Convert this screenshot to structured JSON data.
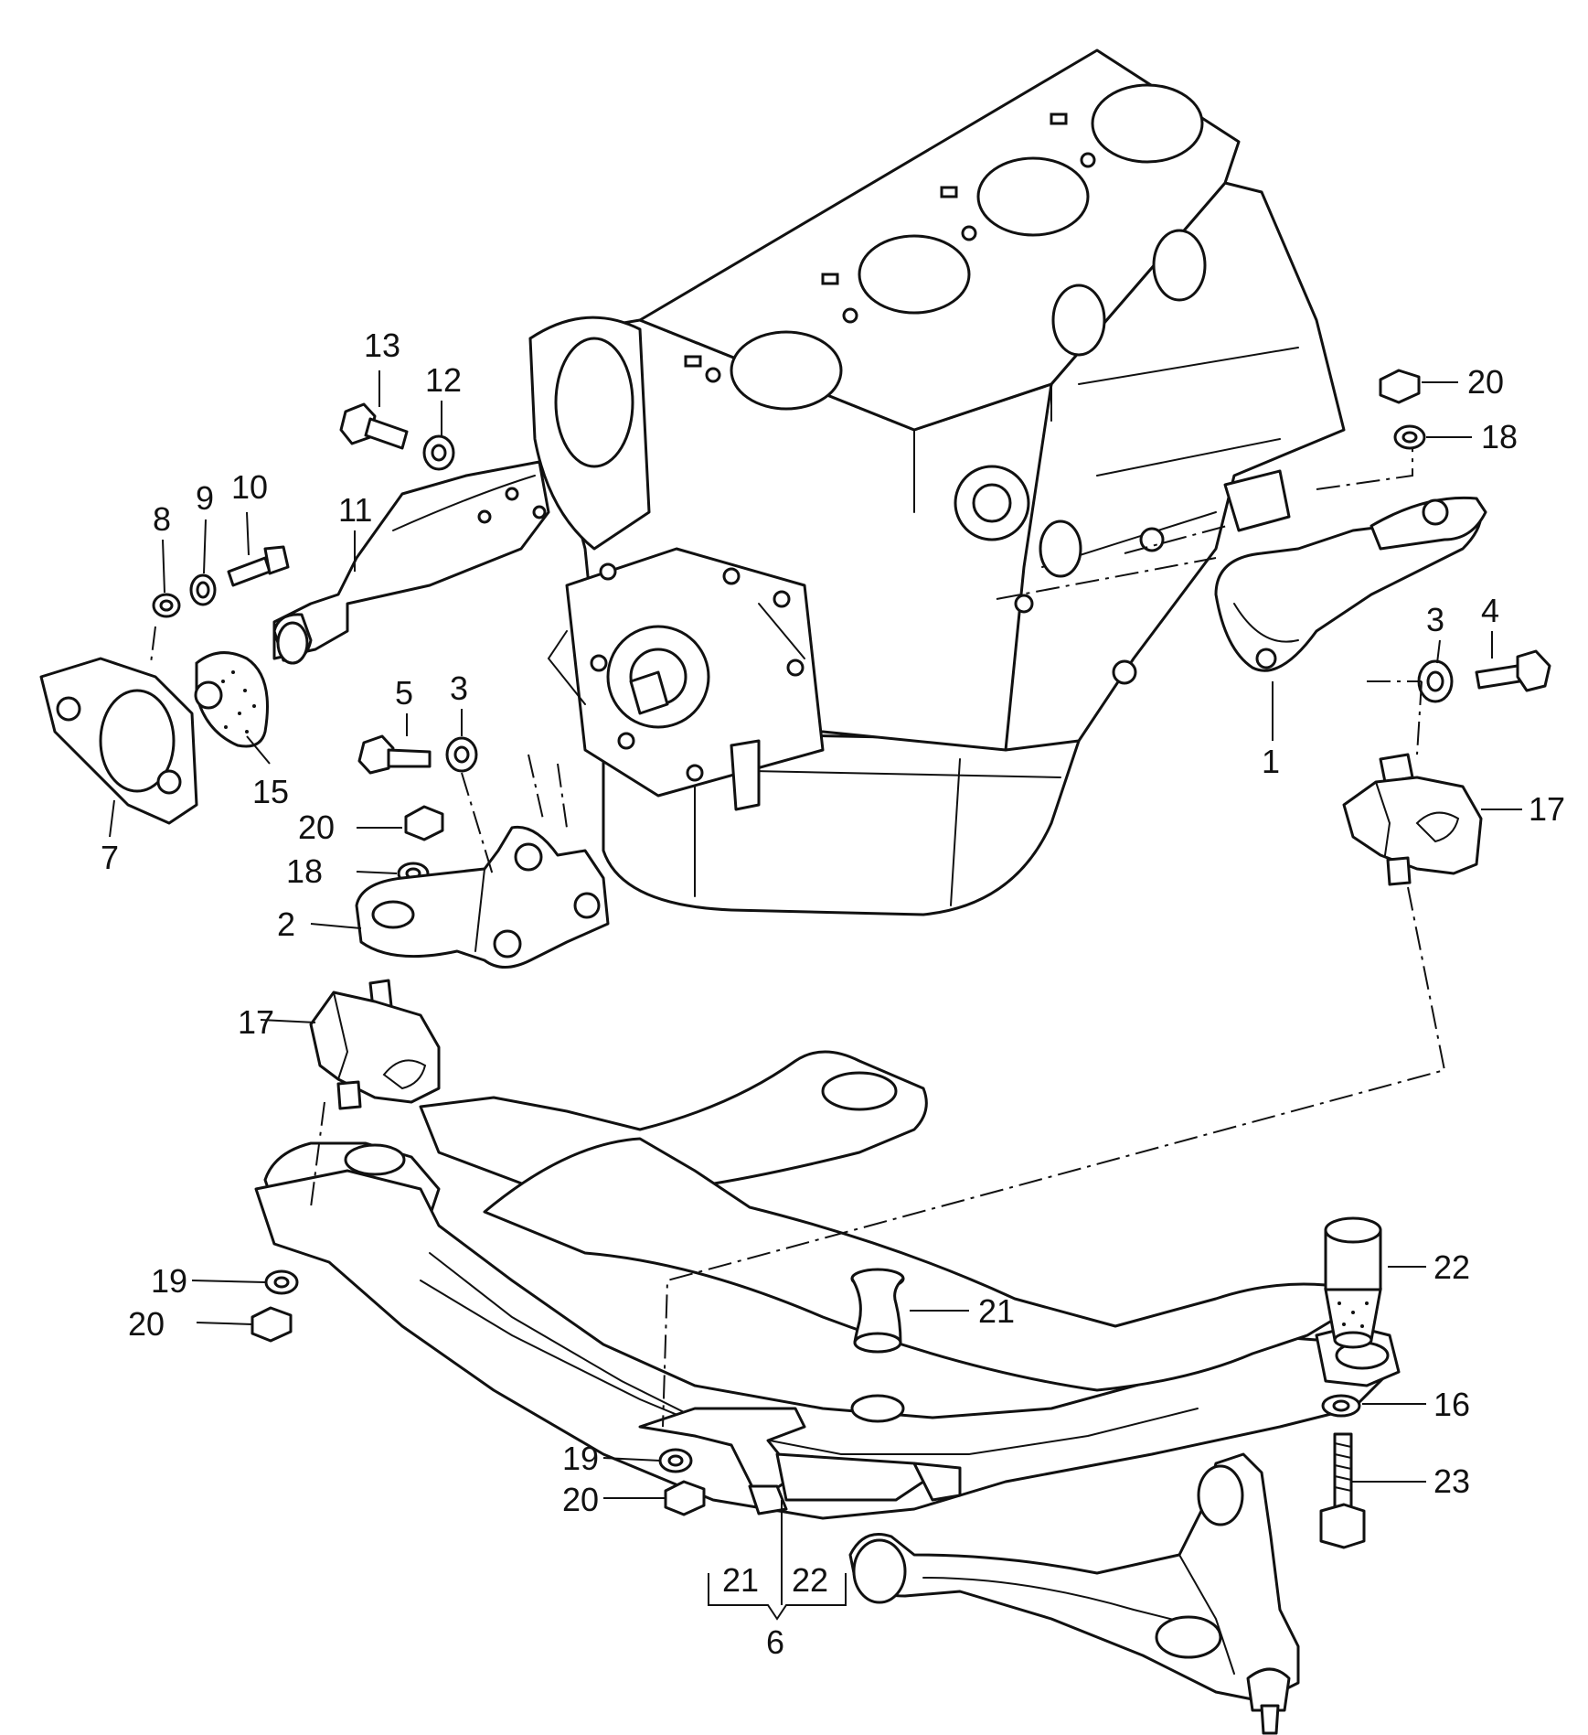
{
  "callouts": {
    "c1": "1",
    "c2": "2",
    "c3a": "3",
    "c3b": "3",
    "c4": "4",
    "c5": "5",
    "c6": "6",
    "c7": "7",
    "c8": "8",
    "c9": "9",
    "c10": "10",
    "c11": "11",
    "c12": "12",
    "c13": "13",
    "c15": "15",
    "c16": "16",
    "c17a": "17",
    "c17b": "17",
    "c18a": "18",
    "c18b": "18",
    "c19a": "19",
    "c19b": "19",
    "c20a": "20",
    "c20b": "20",
    "c20c": "20",
    "c20d": "20",
    "c21a": "21",
    "c21b": "21",
    "c22a": "22",
    "c22b": "22",
    "c23": "23"
  },
  "colors": {
    "ink": "#111111",
    "paper": "#ffffff"
  }
}
